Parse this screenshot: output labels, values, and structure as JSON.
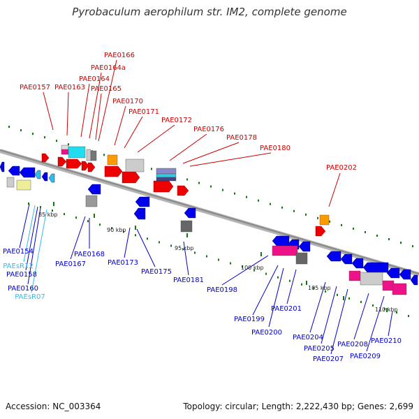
{
  "title": "Pyrobaculum aerophilum str. IM2, complete genome",
  "footer": {
    "accession": "Accession: NC_003364",
    "summary": "Topology: circular; Length: 2,222,430 bp; Genes: 2,699"
  },
  "colors": {
    "forward_label": "#cc0000",
    "reverse_label": "#0000cc",
    "rna_label": "#33bbee",
    "forward_gene": "#ee0000",
    "reverse_gene": "#0000ee",
    "rna_gene": "#33bbee",
    "backbone": "#8a8a8a",
    "tick": "#117711"
  },
  "scale_labels": [
    "85 kbp",
    "90 kbp",
    "95 kbp",
    "100 kbp",
    "105 kbp",
    "110 kbp"
  ],
  "forward_labels": [
    "PAE0157",
    "PAE0163",
    "PAE0164",
    "PAE0164a",
    "PAE0165",
    "PAE0166",
    "PAE0170",
    "PAE0171",
    "PAE0172",
    "PAE0176",
    "PAE0178",
    "PAE0180",
    "PAE0202"
  ],
  "reverse_labels": [
    "PAE0154",
    "PAEsR12",
    "PAE0158",
    "PAE0160",
    "PAEsR07",
    "PAE0167",
    "PAE0168",
    "PAE0173",
    "PAE0175",
    "PAE0181",
    "PAE0198",
    "PAE0199",
    "PAE0200",
    "PAE0201",
    "PAE0204",
    "PAE0205",
    "PAE0207",
    "PAE0208",
    "PAE0209",
    "PAE0210"
  ]
}
